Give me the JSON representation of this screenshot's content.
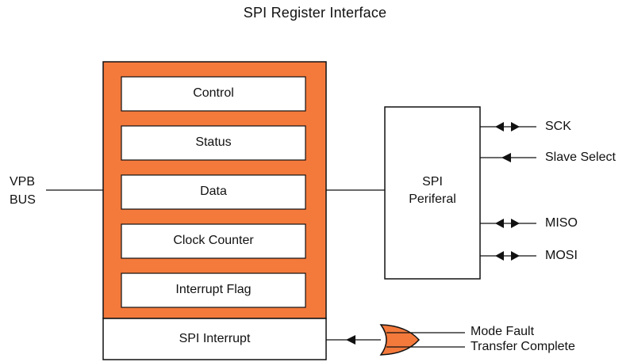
{
  "title": "SPI Register Interface",
  "colors": {
    "register_block_fill": "#F47A3C",
    "box_fill": "#FFFFFF",
    "line": "#111111"
  },
  "bus": {
    "line1": "VPB",
    "line2": "BUS"
  },
  "registers": [
    "Control",
    "Status",
    "Data",
    "Clock Counter",
    "Interrupt Flag"
  ],
  "interrupt_box": "SPI Interrupt",
  "peripheral": {
    "line1": "SPI",
    "line2": "Periferal"
  },
  "signals": [
    {
      "label": "SCK",
      "direction": "bidirectional"
    },
    {
      "label": "Slave Select",
      "direction": "input"
    },
    {
      "label": "MISO",
      "direction": "bidirectional"
    },
    {
      "label": "MOSI",
      "direction": "bidirectional"
    }
  ],
  "or_gate_inputs": [
    "Mode Fault",
    "Transfer Complete"
  ]
}
